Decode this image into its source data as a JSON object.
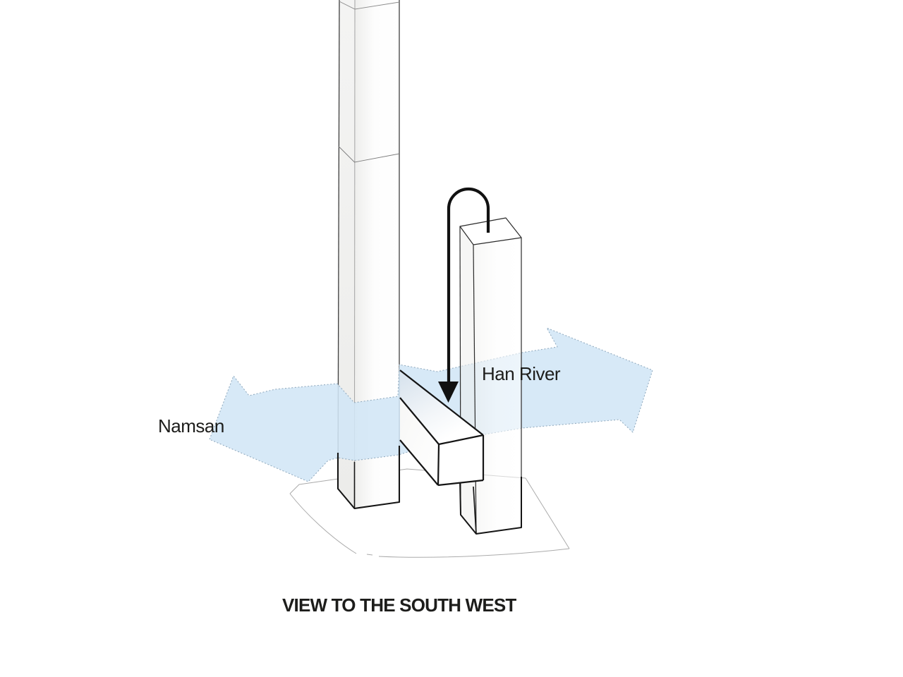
{
  "diagram": {
    "type": "architectural-massing-diagram",
    "caption": "VIEW TO THE SOUTH WEST",
    "labels": {
      "left_direction": "Namsan",
      "right_direction": "Han River"
    },
    "icons": [
      "namsan-direction-arrow-icon",
      "han-river-direction-arrow-icon",
      "entry-hook-arrow-icon"
    ],
    "colors": {
      "view_axis_fill": "#d2e6f6",
      "view_axis_dotted_border": "#93acc0",
      "ink": "#1d1d1b",
      "heavy_outline": "#151515",
      "light_outline": "#3f3f3f",
      "inner_edge": "#9b9b9b",
      "ground_line": "#ababab",
      "background": "#ffffff"
    }
  }
}
